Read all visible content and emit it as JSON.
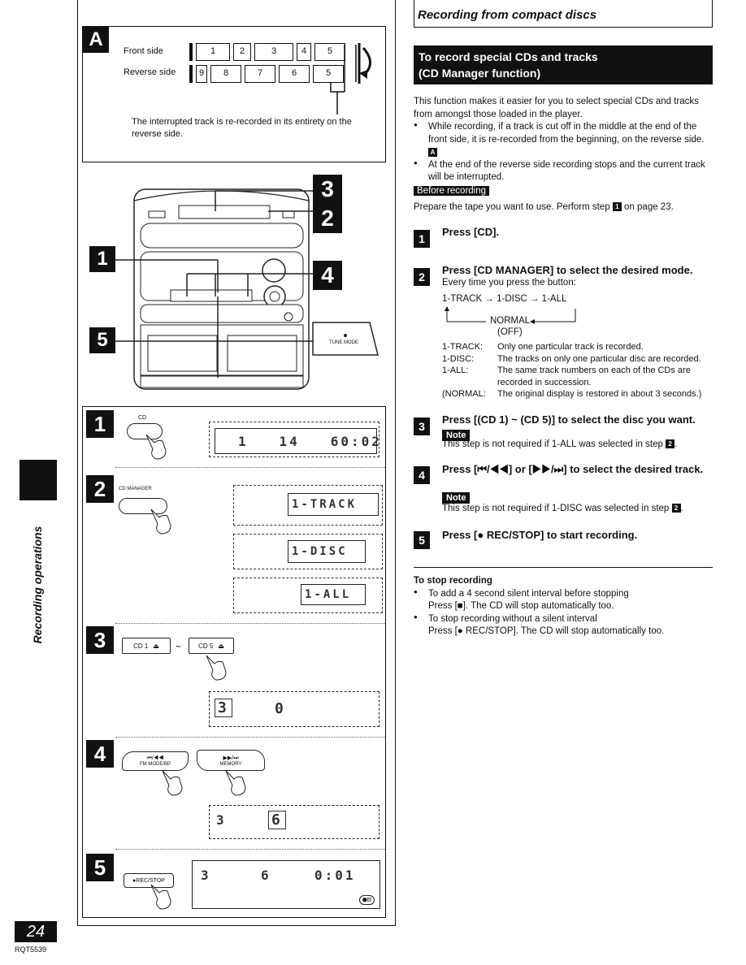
{
  "header": {
    "section_title": "Recording from compact discs"
  },
  "diagram_a": {
    "badge": "A",
    "front_label": "Front side",
    "reverse_label": "Reverse side",
    "front_tracks": [
      "1",
      "2",
      "3",
      "4",
      "5"
    ],
    "reverse_tracks": [
      "9",
      "8",
      "7",
      "6",
      "5"
    ],
    "caption": "The interrupted track is re-recorded in its entirety on the reverse side."
  },
  "unit_callouts": [
    "3",
    "2",
    "1",
    "4",
    "5"
  ],
  "tune_mode_label": "TUNE MODE",
  "steps_panel": {
    "s1": {
      "badge": "1",
      "button": "CD",
      "lcd": "1   14   60:02"
    },
    "s2": {
      "badge": "2",
      "button": "CD MANAGER",
      "lcd1": "1-TRACK",
      "lcd2": "1-DISC",
      "lcd3": "1-ALL"
    },
    "s3": {
      "badge": "3",
      "button1": "CD 1",
      "button2": "CD 5",
      "tilde": "~",
      "lcd_num": "3",
      "lcd_val": "0"
    },
    "s4": {
      "badge": "4",
      "btn_left_icon": "⏮/◀◀",
      "btn_left": "FM MODE/BP",
      "btn_right_icon": "▶▶/⏭",
      "btn_right": "MEMORY",
      "lcd_num": "3",
      "lcd_val": "6"
    },
    "s5": {
      "badge": "5",
      "button": "●REC/STOP",
      "lcd_num": "3",
      "lcd_track": "6",
      "lcd_time": "0:01"
    }
  },
  "sidebar": {
    "label": "Recording operations"
  },
  "footer": {
    "page_number": "24",
    "model_code": "RQT5539"
  },
  "right": {
    "title_line1": "To record special CDs and tracks",
    "title_line2": "(CD Manager function)",
    "intro": "This function makes it easier for you to select special CDs and tracks from amongst those loaded in the player.",
    "bullet1": "While recording, if a track is cut off in the middle at the end of the front side, it is re-recorded from the beginning, on the reverse side.",
    "bullet1_ref": "A",
    "bullet2": "At the end of the reverse side recording stops and the current track will be interrupted.",
    "before_label": "Before recording",
    "before_text_a": "Prepare the tape you want to use. Perform step",
    "before_ref": "1",
    "before_text_b": "on page 23.",
    "step1": {
      "num": "1",
      "title": "Press [CD]."
    },
    "step2": {
      "num": "2",
      "title": "Press [CD MANAGER] to select the desired mode.",
      "sub": "Every time you press the button:",
      "cycle": "1-TRACK → 1-DISC → 1-ALL",
      "normal": "NORMAL",
      "off": "(OFF)",
      "defs": [
        {
          "term": "1-TRACK:",
          "desc": "Only one particular track is recorded."
        },
        {
          "term": "1-DISC:",
          "desc": "The tracks on only one particular disc are recorded."
        },
        {
          "term": "1-ALL:",
          "desc": "The same track numbers on each of the CDs are recorded in succession."
        },
        {
          "term": "(NORMAL:",
          "desc": "The original display is restored in about 3 seconds.)"
        }
      ]
    },
    "step3": {
      "num": "3",
      "title": "Press [(CD 1) ~ (CD 5)] to select the disc you want.",
      "note": "Note",
      "text": "This step is not required if 1-ALL was selected in step",
      "ref": "2"
    },
    "step4": {
      "num": "4",
      "title": "Press [⏮/◀◀] or [▶▶/⏭] to select the desired track.",
      "note": "Note",
      "text": "This step is not required if 1-DISC was selected in step",
      "ref": "2"
    },
    "step5": {
      "num": "5",
      "title": "Press [● REC/STOP] to start recording."
    },
    "stop": {
      "heading": "To stop recording",
      "b1a": "To add a 4 second silent interval before stopping",
      "b1b": "Press [■]. The CD will stop automatically too.",
      "b2a": "To stop recording without a silent interval",
      "b2b": "Press [● REC/STOP]. The CD will stop automatically too."
    }
  }
}
